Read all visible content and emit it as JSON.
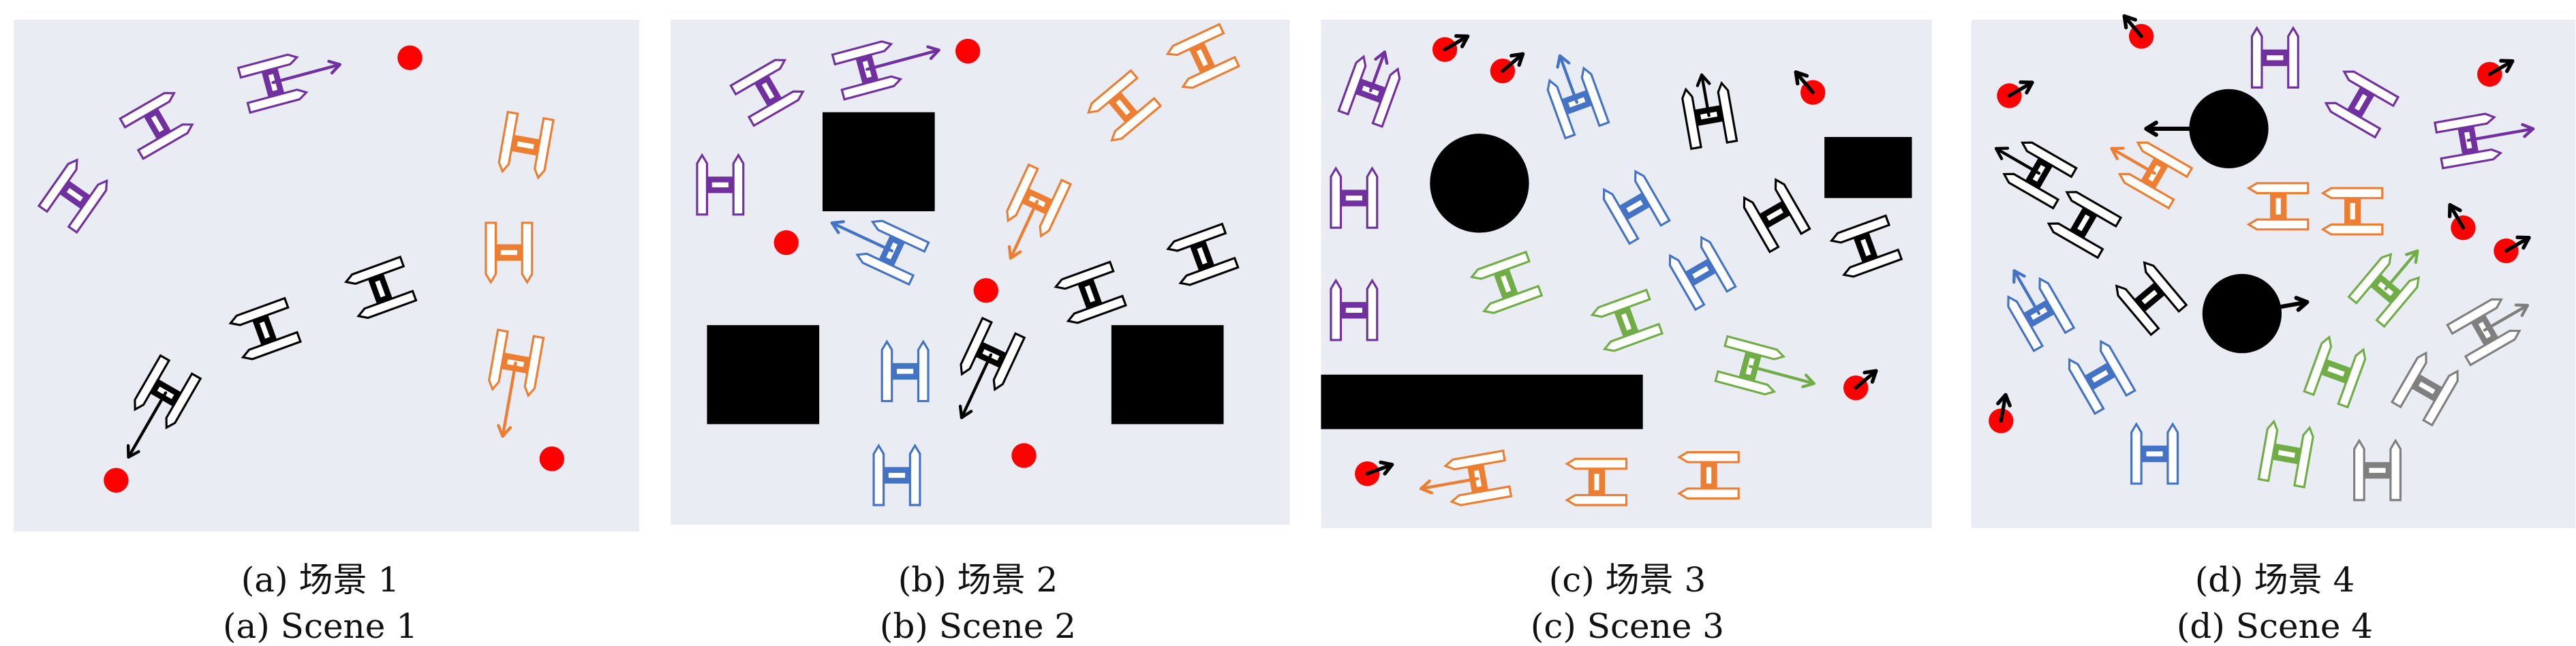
{
  "colors": {
    "background": "#e9ecf2",
    "goal": "#ff0000",
    "obstacle": "#000000",
    "purple": "#7030a0",
    "orange": "#ed7d31",
    "blue": "#4472c4",
    "green": "#70ad47",
    "gray": "#7f7f7f",
    "black": "#000000"
  },
  "panels": [
    {
      "label_zh": "(a) 场景 1",
      "label_en": "(a) Scene 1"
    },
    {
      "label_zh": "(b) 场景 2",
      "label_en": "(b) Scene 2"
    },
    {
      "label_zh": "(c) 场景 3",
      "label_en": "(c) Scene 3"
    },
    {
      "label_zh": "(d) 场景 4",
      "label_en": "(d) Scene 4"
    }
  ]
}
